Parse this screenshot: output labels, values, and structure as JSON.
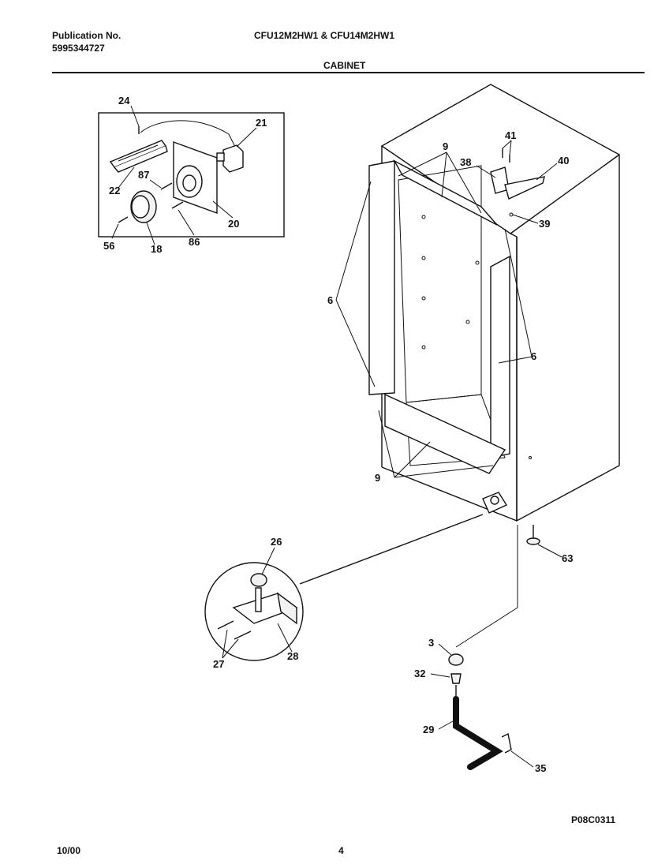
{
  "header": {
    "publication_label": "Publication No.",
    "publication_number": "5995344727",
    "models": "CFU12M2HW1  &  CFU14M2HW1",
    "section": "CABINET"
  },
  "callouts": {
    "c24": "24",
    "c21": "21",
    "c22": "22",
    "c87": "87",
    "c20": "20",
    "c56": "56",
    "c18": "18",
    "c86": "86",
    "c9a": "9",
    "c41": "41",
    "c38": "38",
    "c40": "40",
    "c39": "39",
    "c6a": "6",
    "c6b": "6",
    "c9b": "9",
    "c63": "63",
    "c26": "26",
    "c27": "27",
    "c28": "28",
    "c3": "3",
    "c32": "32",
    "c29": "29",
    "c35": "35"
  },
  "footer": {
    "drawing_code": "P08C0311",
    "date": "10/00",
    "page": "4"
  }
}
